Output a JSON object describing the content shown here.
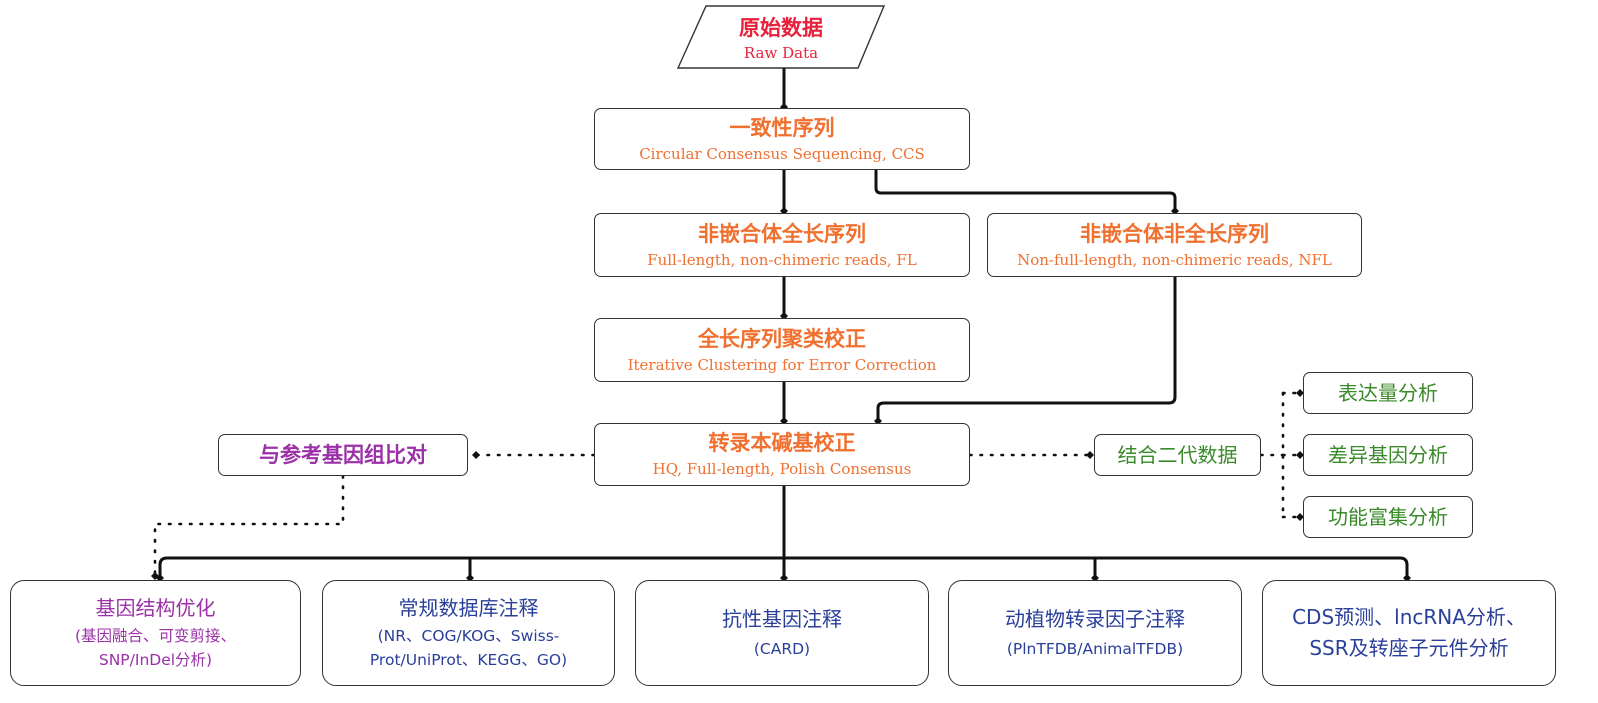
{
  "raw": {
    "zh": "原始数据",
    "en": "Raw Data"
  },
  "ccs": {
    "zh": "一致性序列",
    "en": "Circular Consensus Sequencing, CCS"
  },
  "fl": {
    "zh": "非嵌合体全长序列",
    "en": "Full-length, non-chimeric reads, FL"
  },
  "nfl": {
    "zh": "非嵌合体非全长序列",
    "en": "Non-full-length, non-chimeric reads, NFL"
  },
  "ice": {
    "zh": "全长序列聚类校正",
    "en": "Iterative Clustering for Error Correction"
  },
  "polish": {
    "zh": "转录本碱基校正",
    "en": "HQ, Full-length, Polish Consensus"
  },
  "align": {
    "zh": "与参考基因组比对"
  },
  "ngs": {
    "zh": "结合二代数据"
  },
  "expr": {
    "zh": "表达量分析"
  },
  "deg": {
    "zh": "差异基因分析"
  },
  "enrich": {
    "zh": "功能富集分析"
  },
  "bottom": [
    {
      "l1": "基因结构优化",
      "l2": "(基因融合、可变剪接、",
      "l3": "SNP/InDel分析)"
    },
    {
      "l1": "常规数据库注释",
      "l2": "(NR、COG/KOG、Swiss-",
      "l3": "Prot/UniProt、KEGG、GO)"
    },
    {
      "l1": "抗性基因注释",
      "l2": "(CARD)"
    },
    {
      "l1": "动植物转录因子注释",
      "l2": "(PlnTFDB/AnimalTFDB)"
    },
    {
      "l1": "CDS预测、lncRNA分析、",
      "l2": "SSR及转座子元件分析"
    }
  ],
  "colors": {
    "orange": "#f07030",
    "red": "#e8203c",
    "purple": "#9b30a8",
    "green": "#3a8a2a",
    "blue": "#2a3f9a",
    "line": "#111111"
  }
}
